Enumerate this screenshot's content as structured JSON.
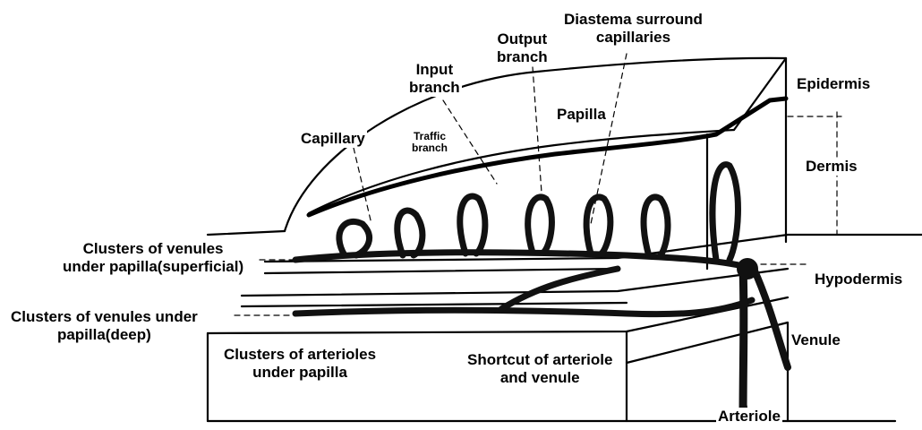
{
  "diagram": {
    "labels": {
      "diastema": "Diastema surround\ncapillaries",
      "output_branch": "Output\nbranch",
      "input_branch": "Input\nbranch",
      "capillary": "Capillary",
      "traffic_branch": "Traffic\nbranch",
      "papilla": "Papilla",
      "epidermis": "Epidermis",
      "dermis": "Dermis",
      "hypodermis": "Hypodermis",
      "venules_superficial": "Clusters of venules\nunder papilla(superficial)",
      "venules_deep": "Clusters of venules under\npapilla(deep)",
      "arterioles": "Clusters of arterioles\nunder papilla",
      "shortcut": "Shortcut of arteriole\nand venule",
      "venule": "Venule",
      "arteriole": "Arteriole"
    }
  }
}
